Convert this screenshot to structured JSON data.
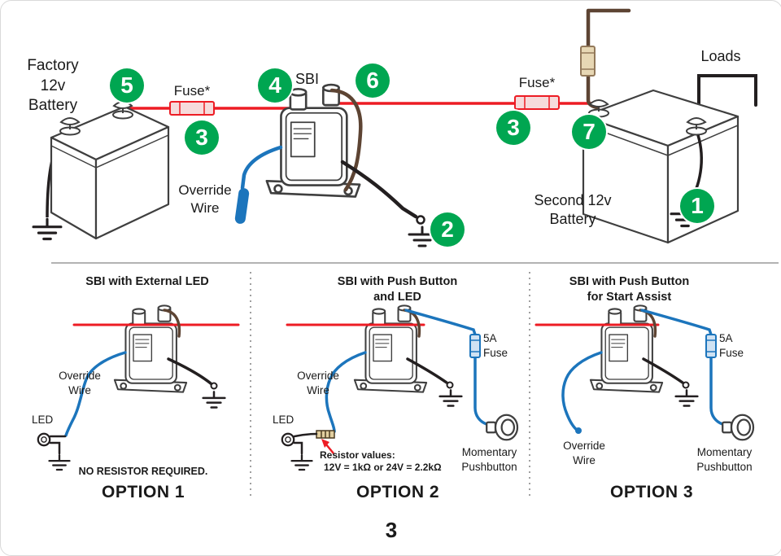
{
  "page": {
    "number": "3"
  },
  "colors": {
    "badge_green": "#00A651",
    "wire_red": "#ED1C24",
    "wire_blue": "#1C75BC",
    "wire_brown": "#5D4433",
    "wire_black": "#231F20"
  },
  "main": {
    "factory_battery_label": "Factory\n12v\nBattery",
    "second_battery_label": "Second 12v\nBattery",
    "sbi_label": "SBI",
    "fuse_left_label": "Fuse*",
    "fuse_right_label": "Fuse*",
    "loads_label": "Loads",
    "override_wire_label": "Override\nWire",
    "badges": {
      "b1": "1",
      "b2": "2",
      "b3": "3",
      "b4": "4",
      "b5": "5",
      "b6": "6",
      "b7": "7"
    }
  },
  "options": [
    {
      "title": "SBI with External LED",
      "override_wire": "Override\nWire",
      "led": "LED",
      "note": "NO RESISTOR REQUIRED.",
      "name": "OPTION 1"
    },
    {
      "title": "SBI with Push Button\nand LED",
      "override_wire": "Override\nWire",
      "led": "LED",
      "fuse": "5A\nFuse",
      "resistor_title": "Resistor values:",
      "resistor_values": "12V = 1kΩ or 24V = 2.2kΩ",
      "pushbutton": "Momentary\nPushbutton",
      "name": "OPTION 2"
    },
    {
      "title": "SBI with Push Button\nfor Start Assist",
      "override_wire": "Override\nWire",
      "fuse": "5A\nFuse",
      "pushbutton": "Momentary\nPushbutton",
      "name": "OPTION 3"
    }
  ]
}
